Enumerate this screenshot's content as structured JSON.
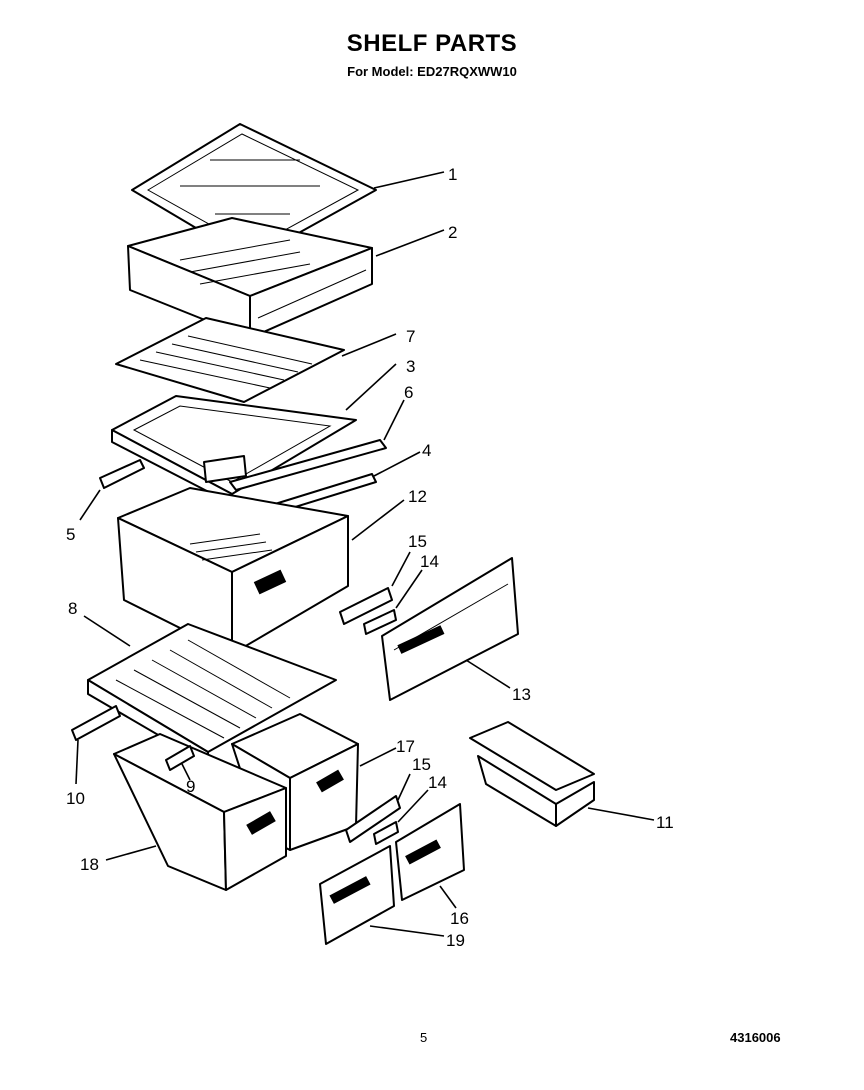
{
  "title": "SHELF PARTS",
  "subtitle": "For Model: ED27RQXWW10",
  "callouts": {
    "c1": "1",
    "c2": "2",
    "c3": "3",
    "c4": "4",
    "c5": "5",
    "c6": "6",
    "c7": "7",
    "c8": "8",
    "c9": "9",
    "c10": "10",
    "c11": "11",
    "c12": "12",
    "c13": "13",
    "c14a": "14",
    "c14b": "14",
    "c15a": "15",
    "c15b": "15",
    "c16": "16",
    "c17": "17",
    "c18": "18",
    "c19": "19"
  },
  "footer": {
    "page_number": "5",
    "document_number": "4316006"
  }
}
